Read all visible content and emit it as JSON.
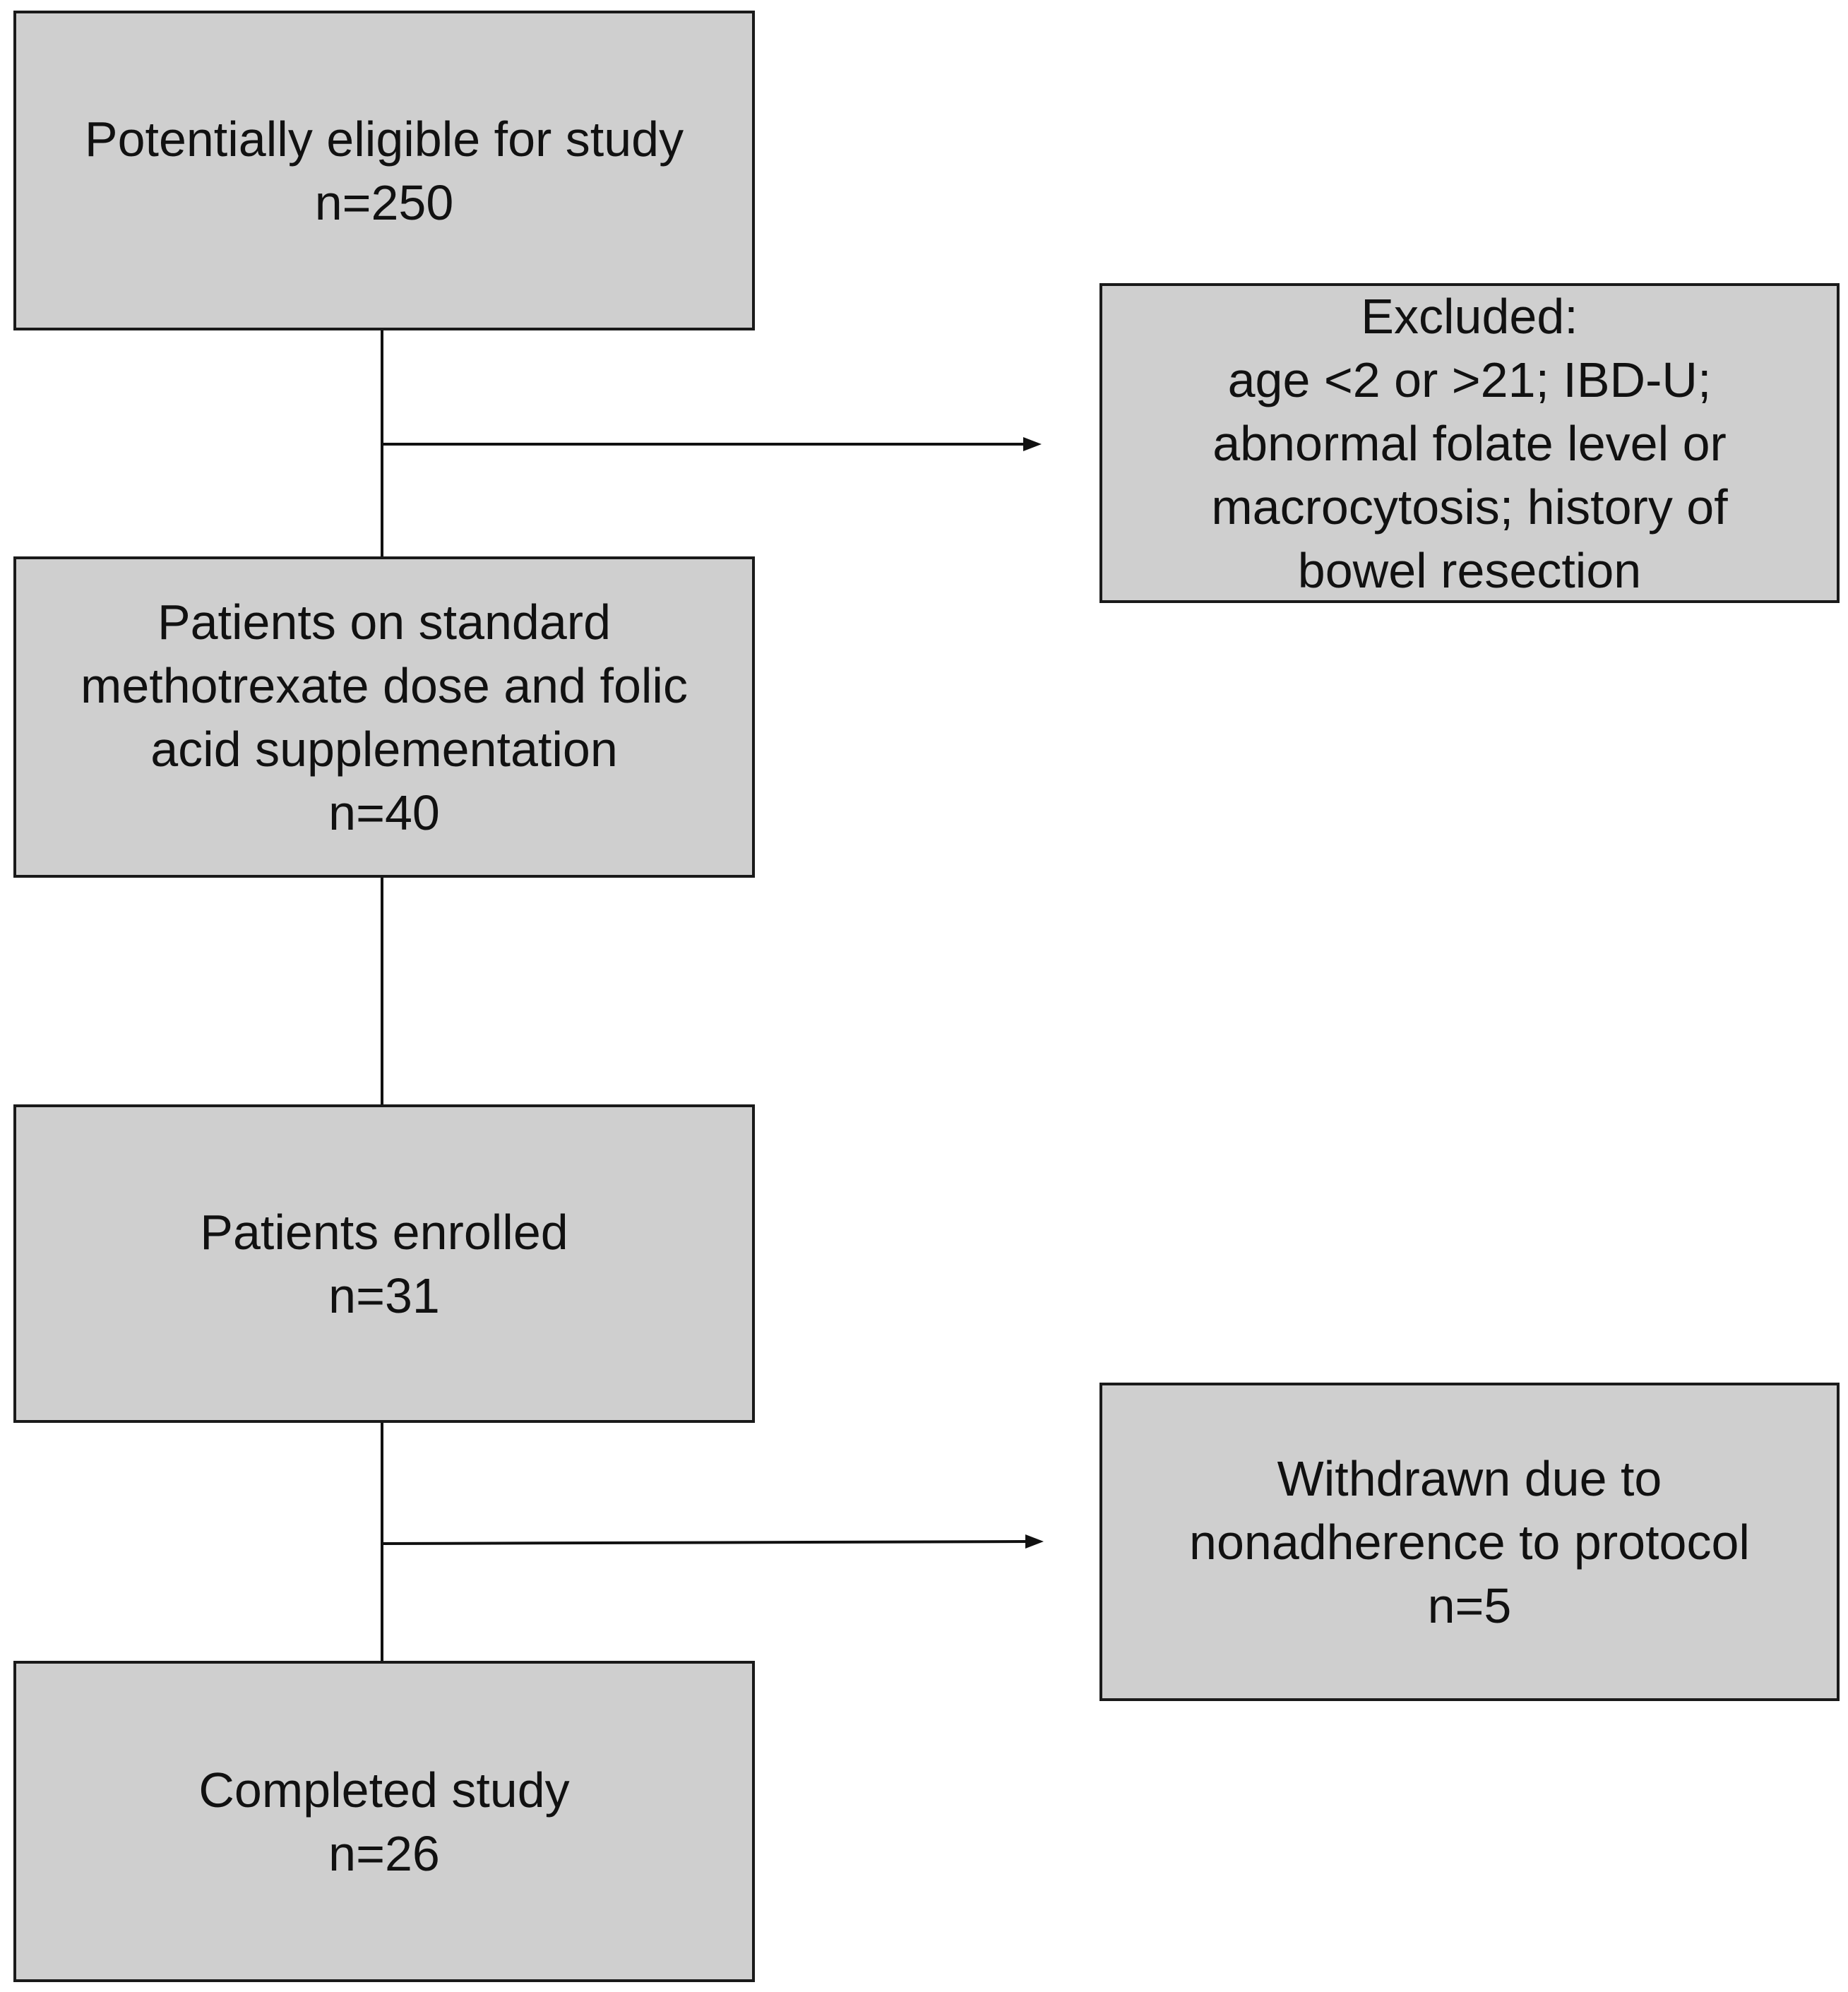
{
  "boxes": {
    "eligible": {
      "lines": [
        "Potentially eligible for study",
        "n=250"
      ]
    },
    "excluded": {
      "lines": [
        "Excluded:",
        "age <2 or >21; IBD-U;",
        "abnormal folate level or",
        "macrocytosis; history of",
        "bowel resection"
      ]
    },
    "standard_dose": {
      "lines": [
        "Patients on standard",
        "methotrexate dose and folic",
        "acid supplementation",
        "n=40"
      ]
    },
    "enrolled": {
      "lines": [
        "Patients enrolled",
        "n=31"
      ]
    },
    "withdrawn": {
      "lines": [
        "Withdrawn due to",
        "nonadherence to protocol",
        "n=5"
      ]
    },
    "completed": {
      "lines": [
        "Completed study",
        "n=26"
      ]
    }
  },
  "colors": {
    "box_fill": "#cfcfcf",
    "box_border": "#1a1a1a",
    "line": "#111111"
  }
}
